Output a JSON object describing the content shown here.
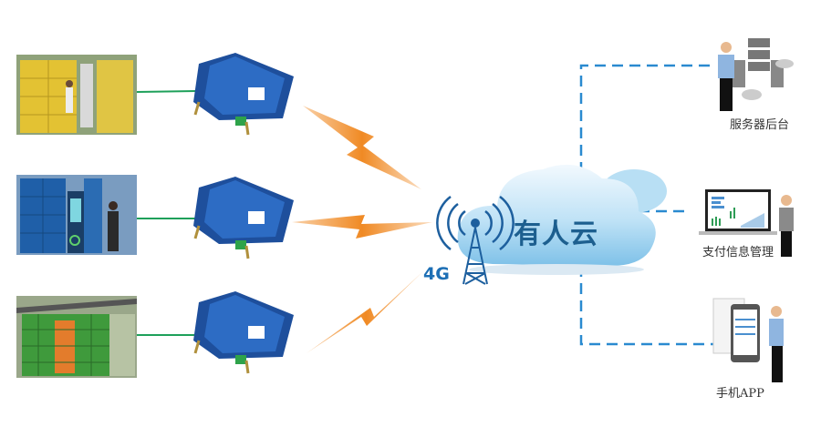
{
  "cloud": {
    "label": "有人云",
    "network": "4G"
  },
  "terminals": [
    {
      "name": "express-locker-yellow"
    },
    {
      "name": "express-locker-blue"
    },
    {
      "name": "express-locker-green"
    }
  ],
  "services": [
    {
      "label": "服务器后台"
    },
    {
      "label": "支付信息管理"
    },
    {
      "label": "手机APP"
    }
  ],
  "colors": {
    "cable": "#1ea05a",
    "lightning": "#f08a24",
    "dashed": "#2a8ad0",
    "router": "#1e4f9c",
    "cloud": "#8fcbed"
  }
}
